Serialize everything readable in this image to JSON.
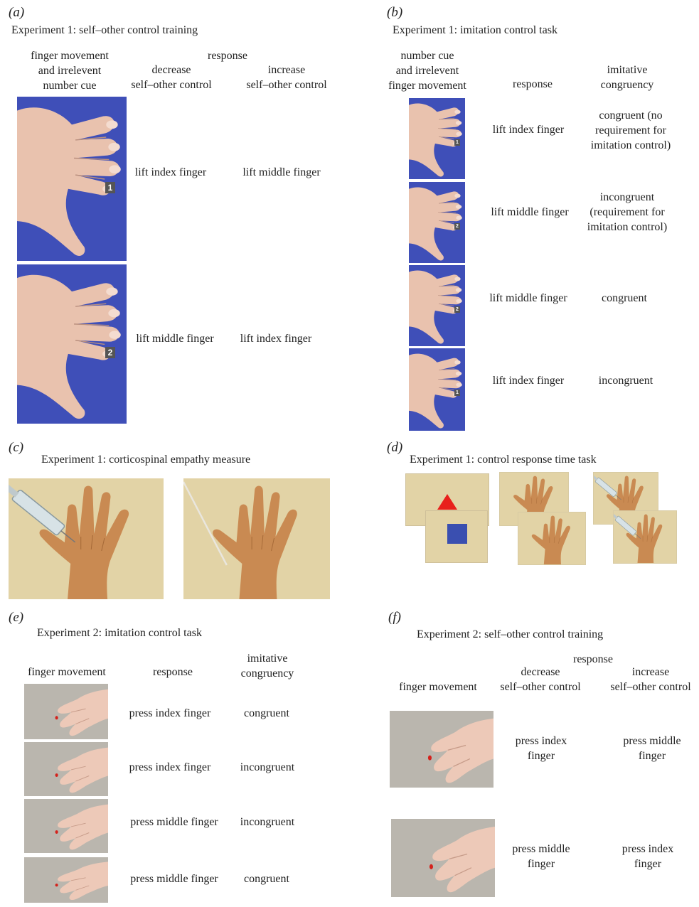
{
  "panel_a": {
    "label": "(a)",
    "title": "Experiment 1: self–other control training",
    "header_stim": "finger movement\nand irrelevent\nnumber cue",
    "header_response": "response",
    "header_decrease": "decrease\nself–other control",
    "header_increase": "increase\nself–other control",
    "rows": [
      {
        "cue": "1",
        "decrease": "lift index finger",
        "increase": "lift middle finger"
      },
      {
        "cue": "2",
        "decrease": "lift middle finger",
        "increase": "lift index finger"
      }
    ]
  },
  "panel_b": {
    "label": "(b)",
    "title": "Experiment 1: imitation control task",
    "header_stim": "number cue\nand irrelevent\nfinger movement",
    "header_response": "response",
    "header_congruency": "imitative\ncongruency",
    "rows": [
      {
        "cue": "1",
        "response": "lift index finger",
        "congruency": "congruent (no\nrequirement for\nimitation control)"
      },
      {
        "cue": "2",
        "response": "lift middle finger",
        "congruency": "incongruent\n(requirement for\nimitation control)"
      },
      {
        "cue": "2",
        "response": "lift middle finger",
        "congruency": "congruent"
      },
      {
        "cue": "1",
        "response": "lift index finger",
        "congruency": "incongruent"
      }
    ]
  },
  "panel_c": {
    "label": "(c)",
    "title": "Experiment 1: corticospinal empathy measure"
  },
  "panel_d": {
    "label": "(d)",
    "title": "Experiment 1: control response time task"
  },
  "panel_e": {
    "label": "(e)",
    "title": "Experiment 2: imitation control task",
    "header_stim": "finger movement",
    "header_response": "response",
    "header_congruency": "imitative\ncongruency",
    "rows": [
      {
        "response": "press index finger",
        "congruency": "congruent"
      },
      {
        "response": "press index finger",
        "congruency": "incongruent"
      },
      {
        "response": "press middle finger",
        "congruency": "incongruent"
      },
      {
        "response": "press middle finger",
        "congruency": "congruent"
      }
    ]
  },
  "panel_f": {
    "label": "(f)",
    "title": "Experiment 2: self–other control training",
    "header_stim": "finger movement",
    "header_response": "response",
    "header_decrease": "decrease\nself–other control",
    "header_increase": "increase\nself–other control",
    "rows": [
      {
        "decrease": "press index\nfinger",
        "increase": "press middle\nfinger"
      },
      {
        "decrease": "press middle\nfinger",
        "increase": "press index\nfinger"
      }
    ]
  },
  "colors": {
    "blue_background": "#3f4fb8",
    "beige_background": "#e2d3a6",
    "grey_background": "#bab6ae",
    "skin": "#e9c2ae",
    "tan_skin": "#c98a52",
    "red_triangle": "#e8201c",
    "blue_square": "#3a4fb0",
    "red_dot": "#d4221c"
  },
  "icons": {
    "hand_photo": "hand-photo-icon",
    "syringe": "syringe-icon",
    "triangle": "red-triangle-icon",
    "square": "blue-square-icon"
  }
}
